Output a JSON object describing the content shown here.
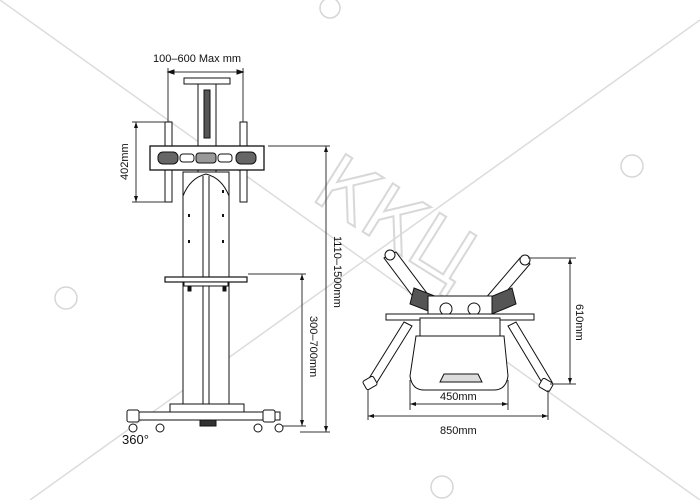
{
  "watermark": {
    "text": "ККЦ",
    "stroke_color": "#d9d9d9"
  },
  "side_view": {
    "width_label": "100–600 Max mm",
    "mount_height_label": "402mm",
    "shelf_height_label": "300–700mm",
    "total_height_label": "1110–1500mm",
    "rotation_label": "360°"
  },
  "base_view": {
    "depth_label": "610mm",
    "inner_width_label": "450mm",
    "outer_width_label": "850mm"
  },
  "colors": {
    "line": "#111111",
    "dim_line": "#333333",
    "accent": "#777777"
  }
}
